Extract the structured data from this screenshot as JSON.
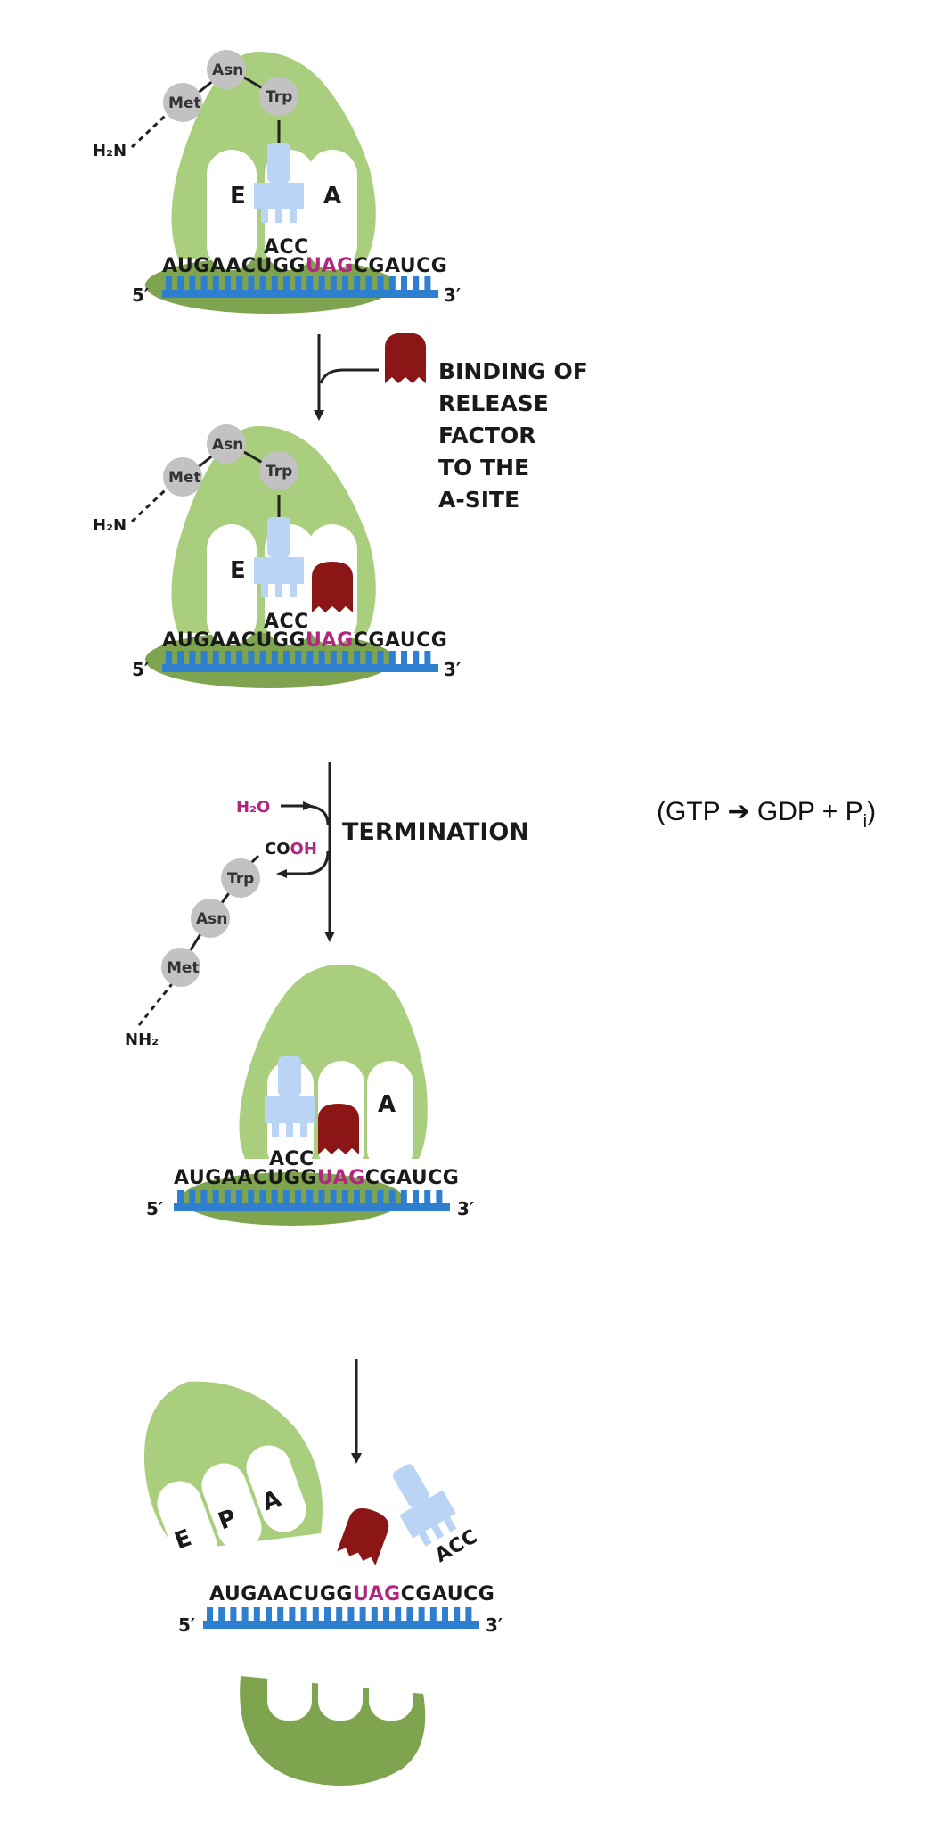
{
  "colors": {
    "large_subunit": "#a9cf7e",
    "small_subunit": "#7fa44f",
    "mrna": "#2f7fd0",
    "trna": "#b9d4f4",
    "release_factor": "#8c1515",
    "stop_codon": "#b3267f",
    "amino_acid": "#c2c2c2"
  },
  "icons": [
    "ribosome-icon",
    "trna-icon",
    "release-factor-icon",
    "amino-acid-bead-icon",
    "arrow-icon"
  ],
  "amino_acids": {
    "met": "Met",
    "asn": "Asn",
    "trp": "Trp"
  },
  "termini": {
    "amine_h2n": "H₂N",
    "amine_nh2": "NH₂",
    "carboxyl_co": "CO",
    "carboxyl_oh": "OH",
    "water": "H₂O"
  },
  "mrna": {
    "seq_start": "AUGAACUGG",
    "stop_codon": "UAG",
    "seq_end": "CGAUCG",
    "five_prime": "5′",
    "three_prime": "3′"
  },
  "anticodon": "ACC",
  "sites": {
    "e": "E",
    "p": "P",
    "a": "A"
  },
  "step1": {
    "label_lines": [
      "BINDING OF",
      "RELEASE",
      "FACTOR",
      "TO THE",
      "A-SITE"
    ]
  },
  "step2": {
    "label": "TERMINATION"
  },
  "equation": {
    "open": "(GTP ",
    "arrow": "➔",
    "middle": " GDP + P",
    "subscript": "i",
    "close": ")"
  }
}
